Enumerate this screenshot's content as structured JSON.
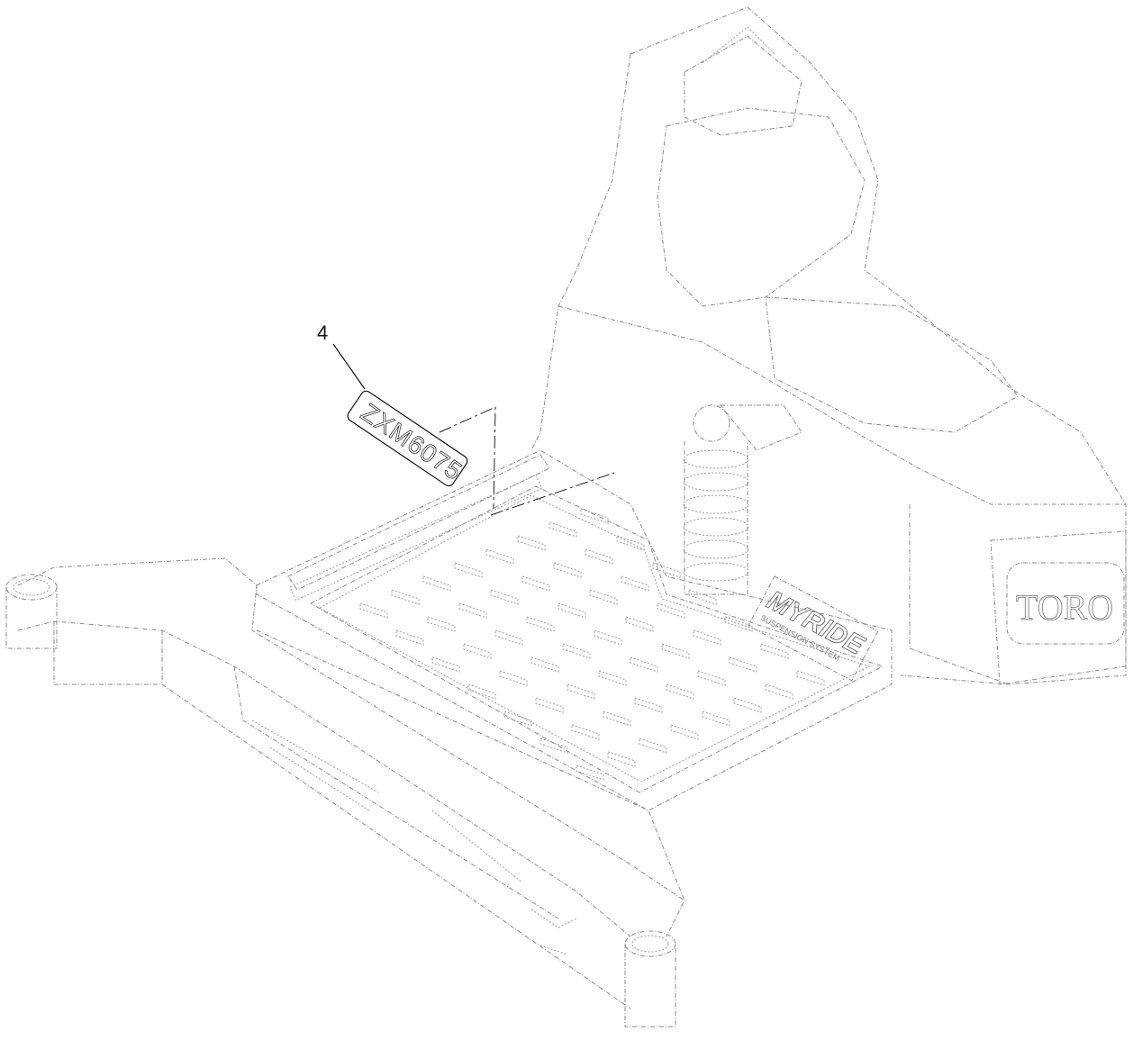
{
  "diagram": {
    "callouts": [
      {
        "number": "4",
        "part_label": "ZXM6075"
      }
    ],
    "decals": {
      "myride": "MYRIDE",
      "myride_sub": "SUSPENSION SYSTEM",
      "brand": "TORO"
    },
    "colors": {
      "line": "#8a8a8a",
      "callout": "#111111"
    }
  }
}
